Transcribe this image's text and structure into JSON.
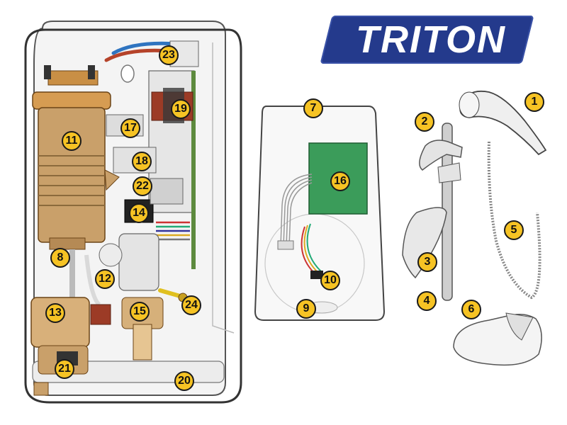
{
  "brand": {
    "logo_text": "TRITON",
    "logo_color": "#243a8c"
  },
  "callout_color": "#f6c324",
  "callouts": [
    {
      "id": "1",
      "label": "1"
    },
    {
      "id": "2",
      "label": "2"
    },
    {
      "id": "3",
      "label": "3"
    },
    {
      "id": "4",
      "label": "4"
    },
    {
      "id": "5",
      "label": "5"
    },
    {
      "id": "6",
      "label": "6"
    },
    {
      "id": "7",
      "label": "7"
    },
    {
      "id": "8",
      "label": "8"
    },
    {
      "id": "9",
      "label": "9"
    },
    {
      "id": "10",
      "label": "10"
    },
    {
      "id": "11",
      "label": "11"
    },
    {
      "id": "12",
      "label": "12"
    },
    {
      "id": "13",
      "label": "13"
    },
    {
      "id": "14",
      "label": "14"
    },
    {
      "id": "15",
      "label": "15"
    },
    {
      "id": "16",
      "label": "16"
    },
    {
      "id": "17",
      "label": "17"
    },
    {
      "id": "18",
      "label": "18"
    },
    {
      "id": "19",
      "label": "19"
    },
    {
      "id": "20",
      "label": "20"
    },
    {
      "id": "21",
      "label": "21"
    },
    {
      "id": "22",
      "label": "22"
    },
    {
      "id": "23",
      "label": "23"
    },
    {
      "id": "24",
      "label": "24"
    }
  ]
}
